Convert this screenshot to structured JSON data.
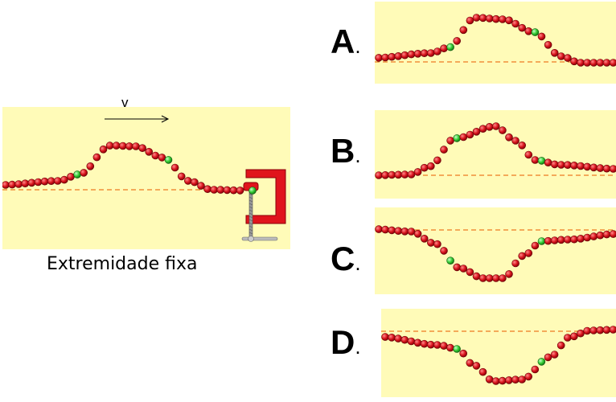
{
  "main": {
    "velocity_label": "v",
    "caption": "Extremidade fixa"
  },
  "options": [
    {
      "letter": "A",
      "dot": "."
    },
    {
      "letter": "B",
      "dot": "."
    },
    {
      "letter": "C",
      "dot": "."
    },
    {
      "letter": "D",
      "dot": "."
    }
  ],
  "colors": {
    "panel_background": "#fffbb8",
    "bead_red": "#d8141c",
    "bead_green": "#33cc33",
    "equilibrium_line": "#f0903a",
    "clamp_red": "#e0141c"
  },
  "icons": [
    "fixed-clamp-icon",
    "velocity-arrow-icon"
  ]
}
